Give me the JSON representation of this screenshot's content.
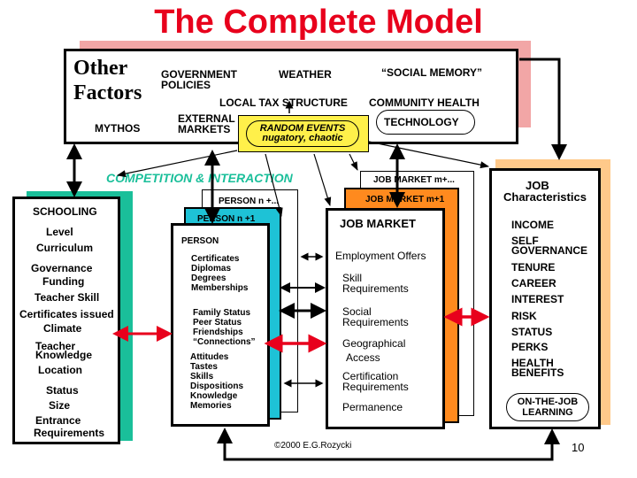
{
  "title": "The Complete Model",
  "other_factors": {
    "heading_line1": "Other",
    "heading_line2": "Factors",
    "government_policies": [
      "GOVERNMENT",
      "POLICIES"
    ],
    "weather": "WEATHER",
    "social_memory": "“SOCIAL MEMORY”",
    "local_tax": "LOCAL TAX STRUCTURE",
    "community_health": "COMMUNITY HEALTH",
    "mythos": "MYTHOS",
    "external_markets": [
      "EXTERNAL",
      "MARKETS"
    ],
    "technology": "TECHNOLOGY",
    "random_events": [
      "RANDOM EVENTS",
      "nugatory, chaotic"
    ]
  },
  "competition": "COMPETITION  & INTERACTION",
  "schooling": {
    "heading": "SCHOOLING",
    "items": [
      "Level",
      "Curriculum",
      "Governance",
      "Funding",
      "Teacher Skill",
      "Certificates issued",
      "Climate",
      "Teacher",
      "Knowledge",
      "Location",
      "Status",
      "Size",
      "Entrance",
      "Requirements"
    ]
  },
  "person": {
    "back_label": "PERSON     n +...",
    "mid_label": "PERSON    n +1",
    "heading": "PERSON",
    "group1": [
      "Certificates",
      "Diplomas",
      "Degrees",
      "Memberships"
    ],
    "group2": [
      "Family Status",
      "Peer Status",
      "Friendships",
      "“Connections”"
    ],
    "group3": [
      "Attitudes",
      "Tastes",
      "Skills",
      "Dispositions",
      "Knowledge",
      "Memories"
    ]
  },
  "job_market": {
    "back_label": "JOB MARKET m+...",
    "mid_label": "JOB MARKET m+1",
    "heading": "JOB MARKET",
    "items": [
      "Employment Offers",
      "Skill",
      "Requirements",
      "Social",
      "Requirements",
      "Geographical",
      "Access",
      "Certification",
      "Requirements",
      "Permanence"
    ]
  },
  "job_characteristics": {
    "heading": [
      "JOB",
      "Characteristics"
    ],
    "items": [
      "INCOME",
      "SELF",
      "GOVERNANCE",
      "TENURE",
      "CAREER",
      "INTEREST",
      "RISK",
      "STATUS",
      "PERKS",
      "HEALTH",
      "BENEFITS"
    ],
    "on_the_job": [
      "ON-THE-JOB",
      "LEARNING"
    ]
  },
  "copyright": "©2000 E.G.Rozycki",
  "page_number": "10",
  "colors": {
    "title": "#e8001c",
    "pink": "#f2a6a6",
    "teal": "#1abf9a",
    "cyan": "#1ec2d6",
    "orange": "#ff8a1e",
    "peach": "#ffc98a",
    "yellow": "#fff04a",
    "arrow_red": "#e8001c"
  }
}
